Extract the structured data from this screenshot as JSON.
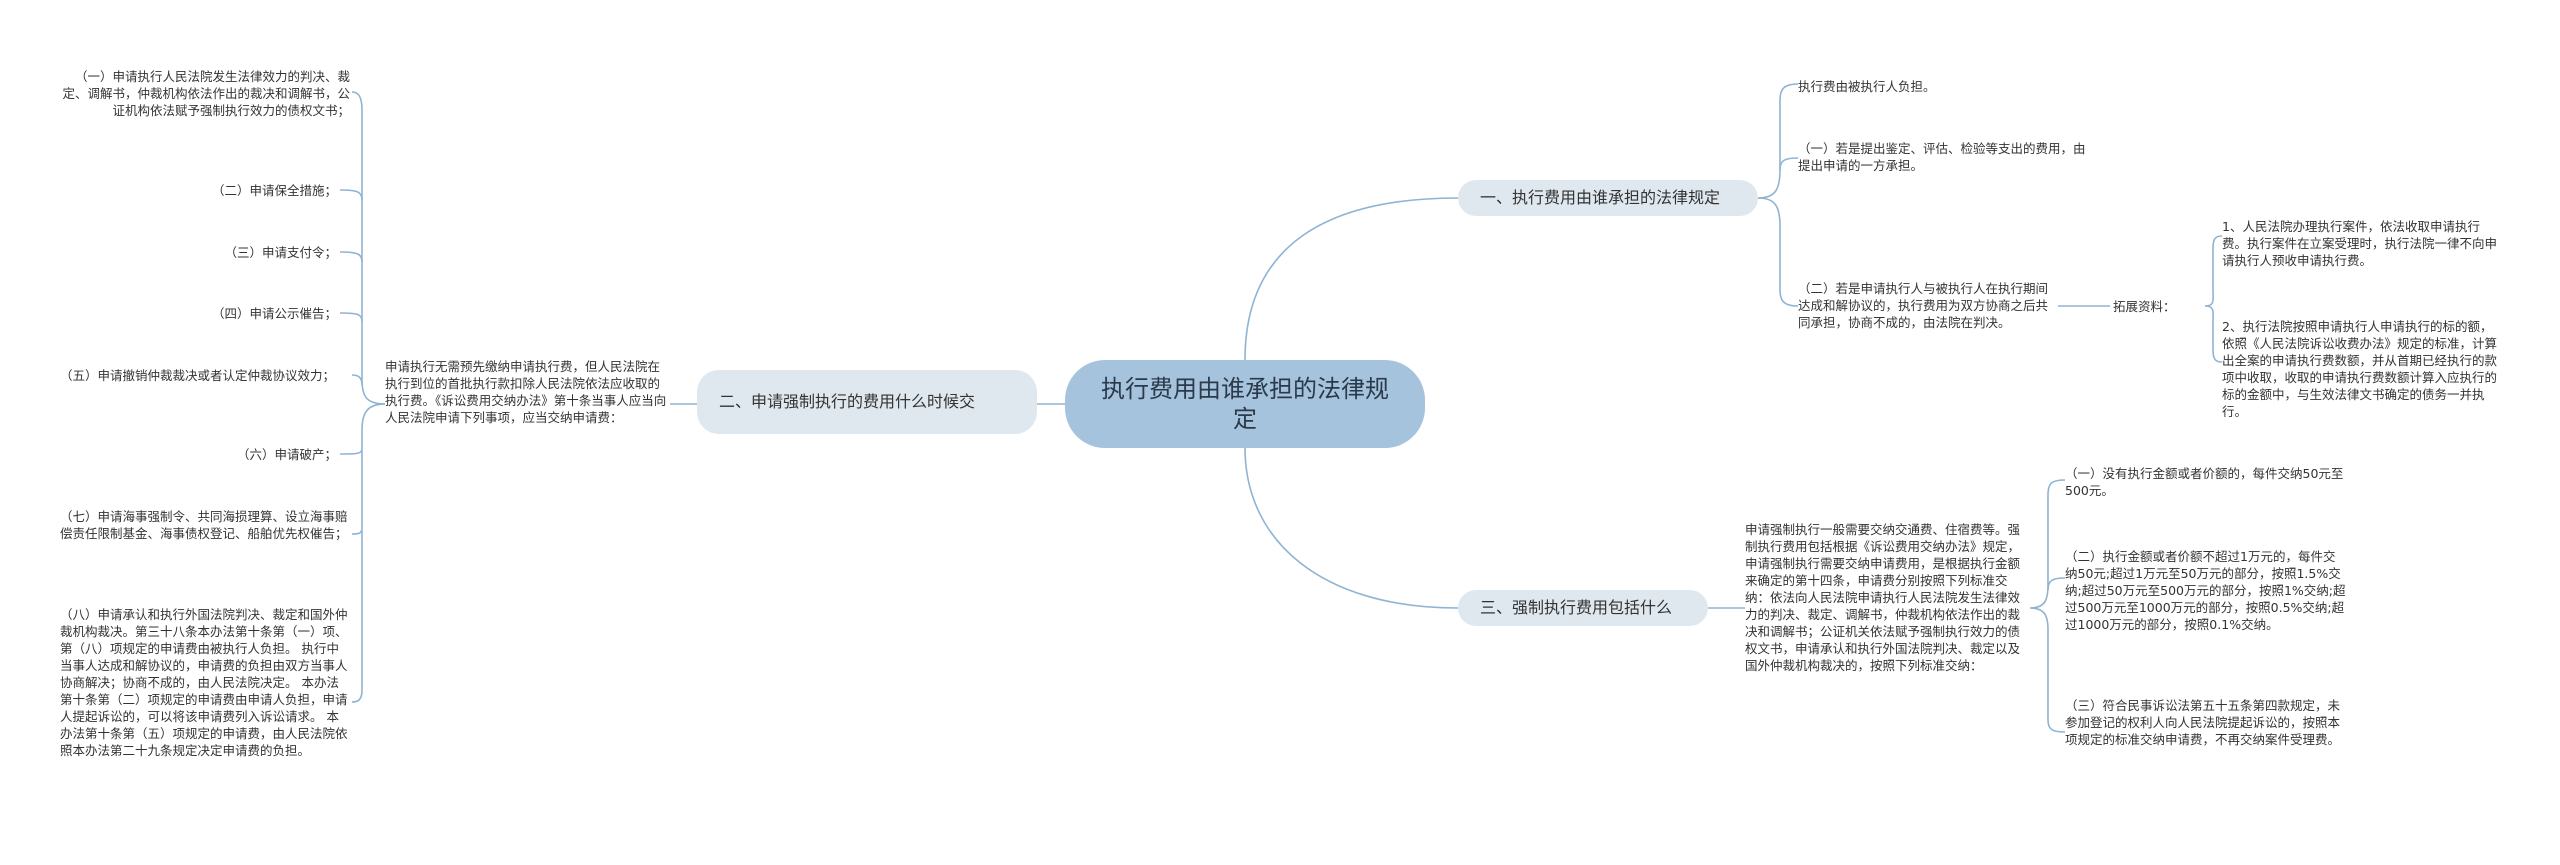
{
  "root": {
    "title": "执行费用由谁承担的法律规定"
  },
  "branches": [
    {
      "label": "一、执行费用由谁承担的法律规定",
      "children": [
        "执行费由被执行人负担。",
        "（一）若是提出鉴定、评估、检验等支出的费用，由提出申请的一方承担。",
        "（二）若是申请执行人与被执行人在执行期间达成和解协议的，执行费用为双方协商之后共同承担，协商不成的，由法院在判决。"
      ],
      "ext_label": "拓展资料：",
      "ext_items": [
        "1、人民法院办理执行案件，依法收取申请执行费。执行案件在立案受理时，执行法院一律不向申请执行人预收申请执行费。",
        "2、执行法院按照申请执行人申请执行的标的额，依照《人民法院诉讼收费办法》规定的标准，计算出全案的申请执行费数额，并从首期已经执行的款项中收取，收取的申请执行费数额计算入应执行的标的金额中，与生效法律文书确定的债务一并执行。"
      ]
    },
    {
      "label": "二、申请强制执行的费用什么时候交",
      "intro": "申请执行无需预先缴纳申请执行费，但人民法院在执行到位的首批执行款扣除人民法院依法应收取的执行费。《诉讼费用交纳办法》第十条当事人应当向人民法院申请下列事项，应当交纳申请费：",
      "items": [
        "（一）申请执行人民法院发生法律效力的判决、裁定、调解书，仲裁机构依法作出的裁决和调解书，公证机构依法赋予强制执行效力的债权文书；",
        "（二）申请保全措施；",
        "（三）申请支付令；",
        "（四）申请公示催告；",
        "（五）申请撤销仲裁裁决或者认定仲裁协议效力；",
        "（六）申请破产；",
        "（七）申请海事强制令、共同海损理算、设立海事赔偿责任限制基金、海事债权登记、船舶优先权催告；",
        "（八）申请承认和执行外国法院判决、裁定和国外仲裁机构裁决。第三十八条本办法第十条第（一）项、第（八）项规定的申请费由被执行人负担。 执行中当事人达成和解协议的，申请费的负担由双方当事人协商解决；协商不成的，由人民法院决定。 本办法第十条第（二）项规定的申请费由申请人负担，申请人提起诉讼的，可以将该申请费列入诉讼请求。 本办法第十条第（五）项规定的申请费，由人民法院依照本办法第二十九条规定决定申请费的负担。"
      ]
    },
    {
      "label": "三、强制执行费用包括什么",
      "intro": "申请强制执行一般需要交纳交通费、住宿费等。强制执行费用包括根据《诉讼费用交纳办法》规定，申请强制执行需要交纳申请费用，是根据执行金额来确定的第十四条，申请费分别按照下列标准交纳：依法向人民法院申请执行人民法院发生法律效力的判决、裁定、调解书，仲裁机构依法作出的裁决和调解书；公证机关依法赋予强制执行效力的债权文书，申请承认和执行外国法院判决、裁定以及国外仲裁机构裁决的，按照下列标准交纳：",
      "items": [
        "（一）没有执行金额或者价额的，每件交纳50元至500元。",
        "（二）执行金额或者价额不超过1万元的，每件交纳50元;超过1万元至50万元的部分，按照1.5%交纳;超过50万元至500万元的部分，按照1%交纳;超过500万元至1000万元的部分，按照0.5%交纳;超过1000万元的部分，按照0.1%交纳。",
        "（三）符合民事诉讼法第五十五条第四款规定，未参加登记的权利人向人民法院提起诉讼的，按照本项规定的标准交纳申请费，不再交纳案件受理费。"
      ]
    }
  ],
  "colors": {
    "link": "#8fb3d3",
    "root_fill": "#a6c3de",
    "branch_fill": "#dfe8ef"
  }
}
